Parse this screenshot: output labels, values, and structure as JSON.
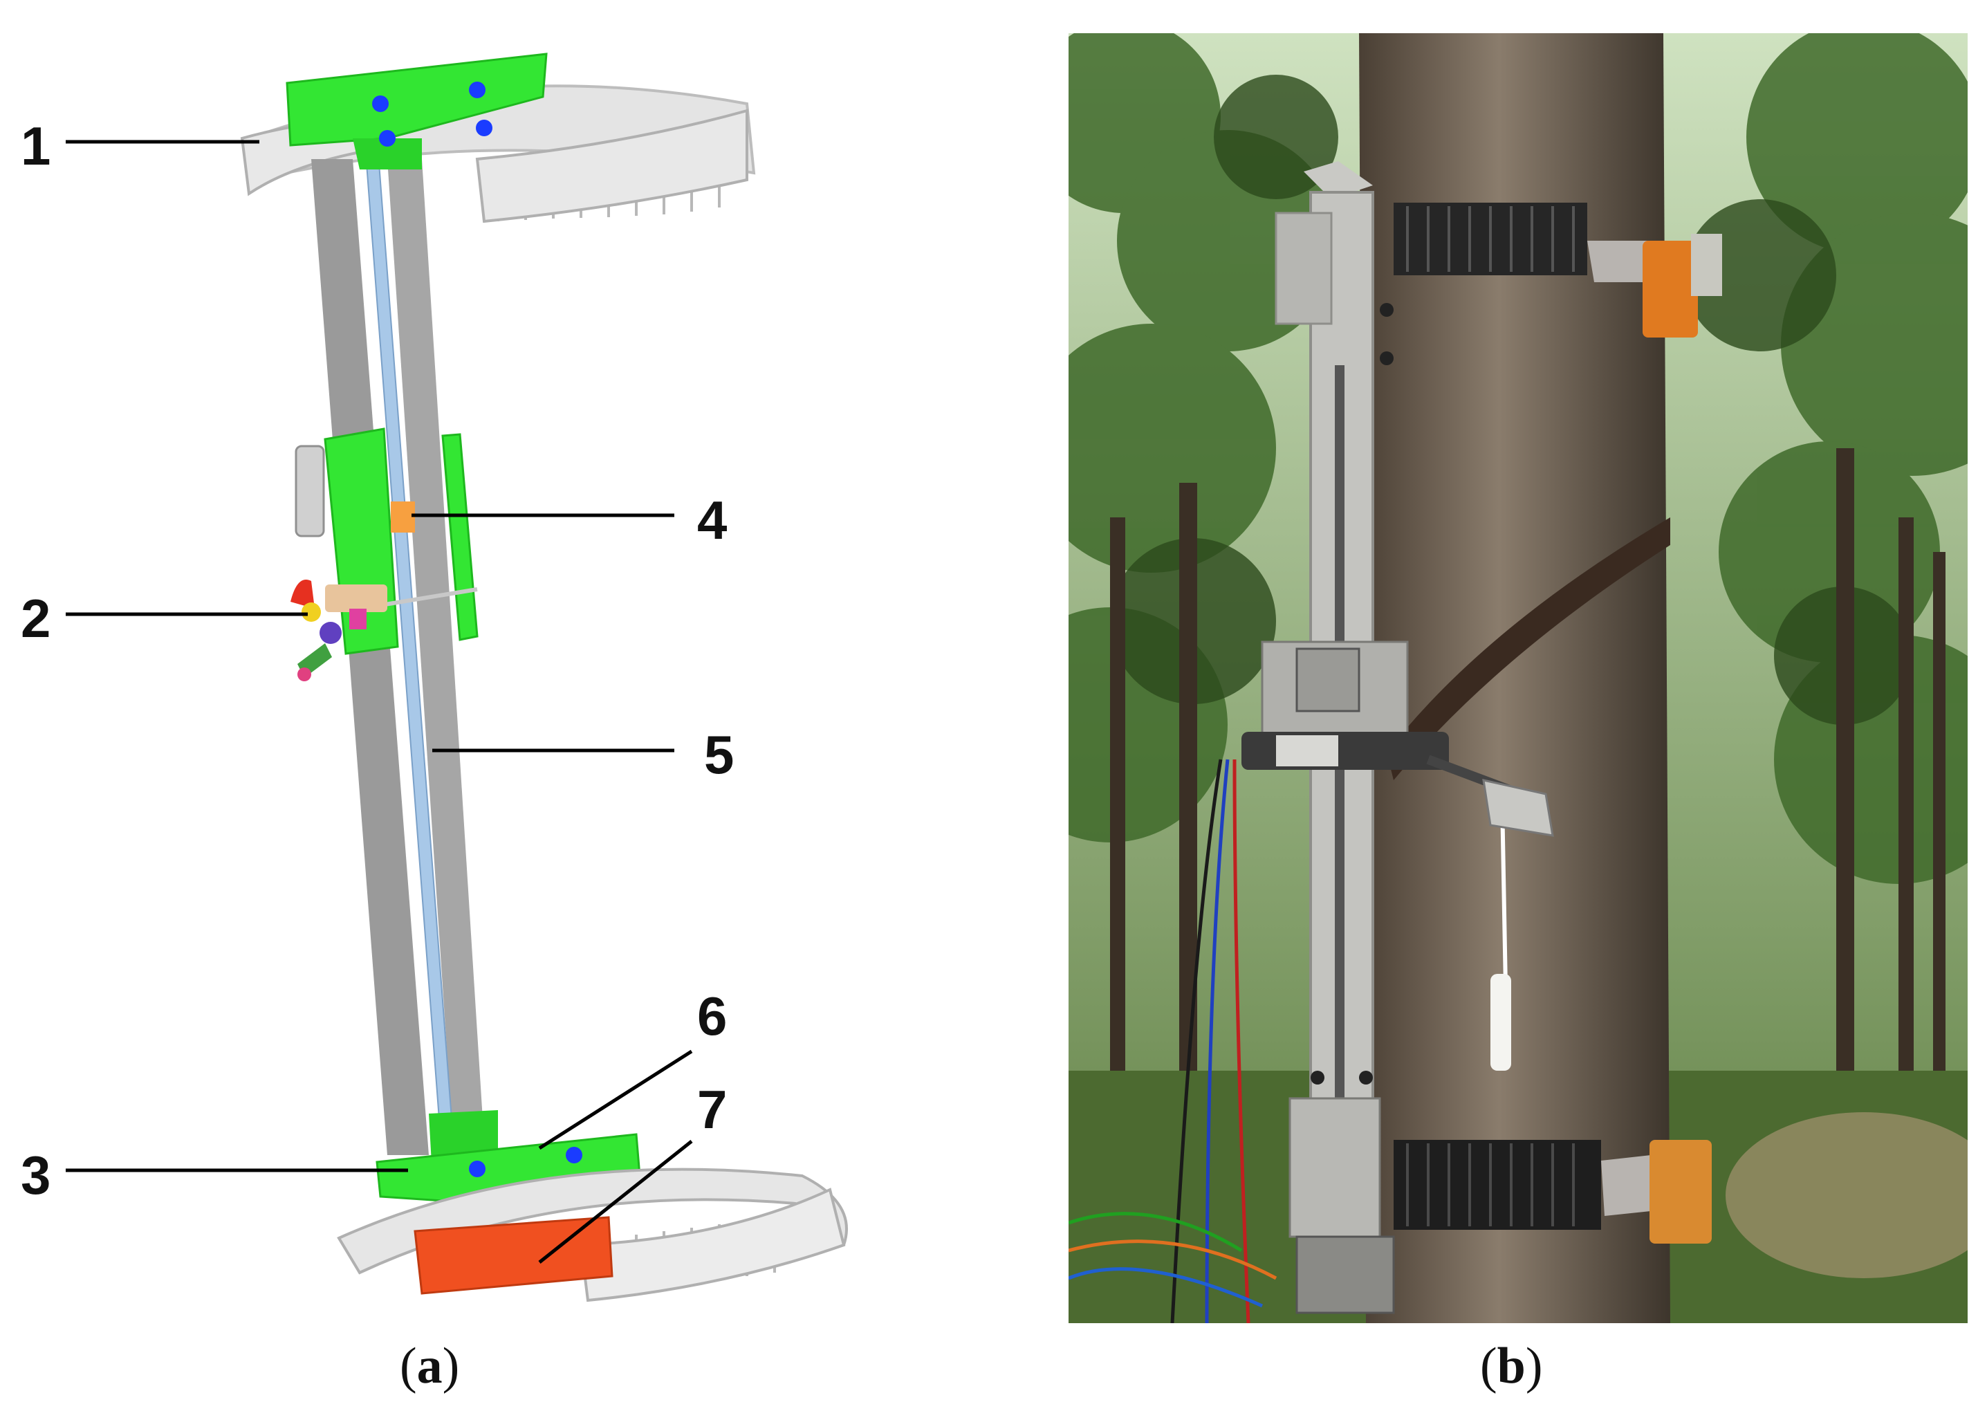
{
  "panel_a": {
    "caption_letter": "a",
    "callouts": [
      {
        "id": "1",
        "label": "1"
      },
      {
        "id": "2",
        "label": "2"
      },
      {
        "id": "3",
        "label": "3"
      },
      {
        "id": "4",
        "label": "4"
      },
      {
        "id": "5",
        "label": "5"
      },
      {
        "id": "6",
        "label": "6"
      },
      {
        "id": "7",
        "label": "7"
      }
    ]
  },
  "panel_b": {
    "caption_letter": "b"
  },
  "colors": {
    "frame_green": "#33e633",
    "rail_gray": "#9a9a9a",
    "screw_blue": "#a8c8e8",
    "motor_orange": "#f05020",
    "belt_light": "#e4e4e4",
    "photo_bark": "#6b5a48",
    "photo_foliage": "#3f6a2a"
  }
}
